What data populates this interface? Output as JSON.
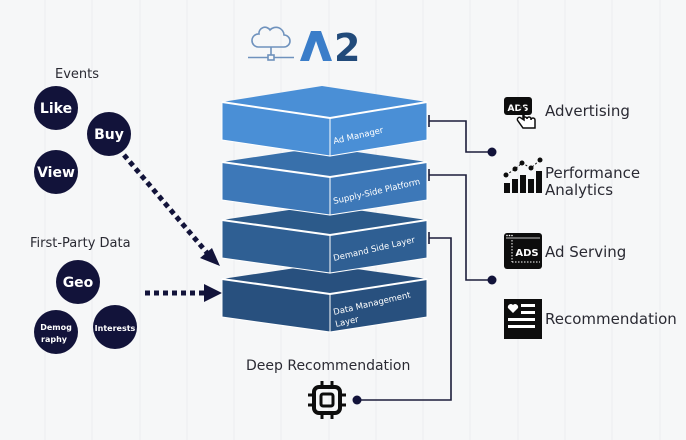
{
  "logo": {
    "icon": "cloud-network-icon",
    "text_a": "Λ",
    "text_2": "2"
  },
  "events": {
    "title": "Events",
    "items": [
      "Like",
      "Buy",
      "View"
    ]
  },
  "first_party": {
    "title": "First-Party Data",
    "items": [
      "Geo",
      "Demog",
      "raphy",
      "Interests"
    ]
  },
  "layers": [
    {
      "label": "Ad Manager"
    },
    {
      "label": "Supply-Side Platform"
    },
    {
      "label": "Demand Side Layer"
    },
    {
      "label": "Data Management",
      "label2": "Layer"
    }
  ],
  "outputs": [
    {
      "label": "Advertising",
      "icon": "ads-click-icon"
    },
    {
      "label": "Performance",
      "label2": "Analytics",
      "icon": "analytics-chart-icon"
    },
    {
      "label": "Ad Serving",
      "icon": "ad-serving-window-icon"
    },
    {
      "label": "Recommendation",
      "icon": "recommendation-list-icon"
    }
  ],
  "deep": {
    "label": "Deep Recommendation",
    "icon": "chip-icon"
  },
  "colors": {
    "navy": "#12133a",
    "layer1": "#4a8fd6",
    "layer2": "#3d78b8",
    "layer3": "#2f5f93",
    "layer4": "#28507e",
    "logo_light": "#3a7dc9",
    "logo_dark": "#214a7a"
  }
}
